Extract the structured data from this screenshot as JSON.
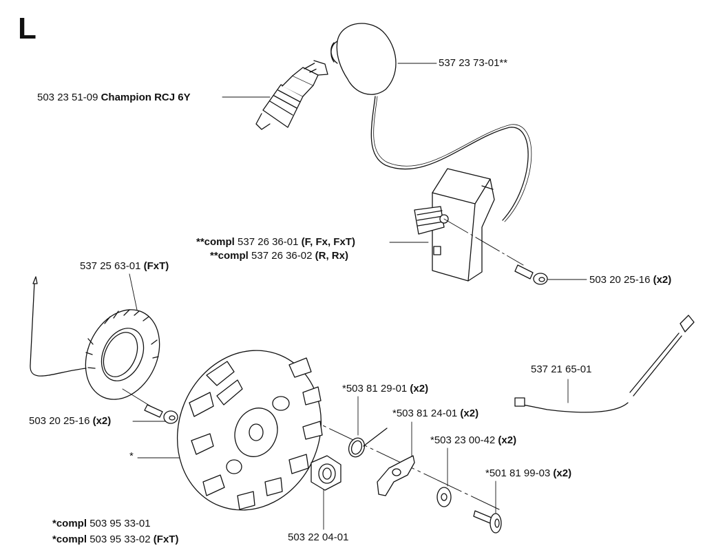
{
  "section_letter": "L",
  "labels": {
    "spark_plug": {
      "part": "503 23 51-09",
      "name": "Champion RCJ 6Y"
    },
    "plug_cap": {
      "part": "537 23 73-01**"
    },
    "ignition_module_1": {
      "prefix": "**compl",
      "part": "537 26 36-01",
      "note": "(F, Fx, FxT)"
    },
    "ignition_module_2": {
      "prefix": "**compl",
      "part": "537 26 36-02",
      "note": "(R, Rx)"
    },
    "module_screw": {
      "part": "503 20 25-16",
      "qty": "(x2)"
    },
    "sensor_ring": {
      "part": "537 25 63-01",
      "note": "(FxT)"
    },
    "cable": {
      "part": "537 21 65-01"
    },
    "circlip": {
      "part": "*503 81 29-01",
      "qty": "(x2)"
    },
    "pawl": {
      "part": "*503 81 24-01",
      "qty": "(x2)"
    },
    "washer": {
      "part": "*503 23 00-42",
      "qty": "(x2)"
    },
    "shoulder_screw": {
      "part": "*501 81 99-03",
      "qty": "(x2)"
    },
    "ring_screw": {
      "part": "503 20 25-16",
      "qty": "(x2)"
    },
    "flywheel_star": "*",
    "flywheel_1": {
      "prefix": "*compl",
      "part": "503 95 33-01"
    },
    "flywheel_2": {
      "prefix": "*compl",
      "part": "503 95 33-02",
      "note": "(FxT)"
    },
    "nut": {
      "part": "503 22 04-01"
    }
  }
}
